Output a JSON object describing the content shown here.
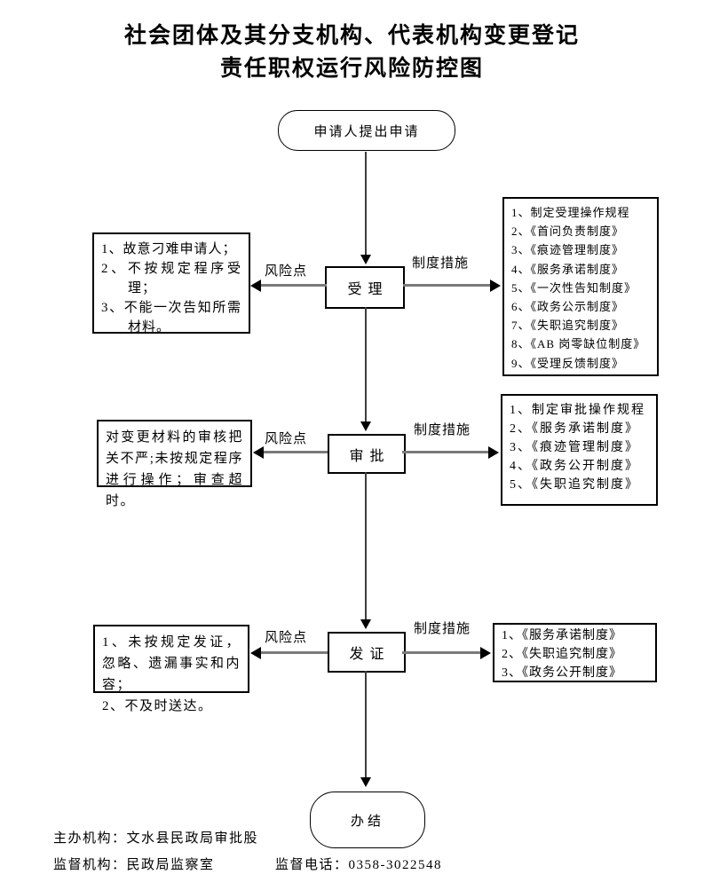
{
  "title": {
    "line1": "社会团体及其分支机构、代表机构变更登记",
    "line2": "责任职权运行风险防控图"
  },
  "labels": {
    "risk": "风险点",
    "measure": "制度措施"
  },
  "flow": {
    "start": "申请人提出申请",
    "end": "办结",
    "stages": [
      {
        "name": "受理",
        "risks": [
          "1、故意刁难申请人；",
          "2、不按规定程序受理；",
          "3、不能一次告知所需材料。"
        ],
        "measures": [
          "1、制定受理操作规程",
          "2、《首问负责制度》",
          "3、《痕迹管理制度》",
          "4、《服务承诺制度》",
          "5、《一次性告知制度》",
          "6、《政务公示制度》",
          "7、《失职追究制度》",
          "8、《AB 岗零缺位制度》",
          "9、《受理反馈制度》"
        ]
      },
      {
        "name": "审批",
        "risks": [
          "对变更材料的审核把关不严;未按规定程序进行操作；审查超时。"
        ],
        "measures": [
          "1、制定审批操作规程",
          "2、《服务承诺制度》",
          "3、《痕迹管理制度》",
          "4、《政务公开制度》",
          "5、《失职追究制度》"
        ]
      },
      {
        "name": "发证",
        "risks": [
          "1、未按规定发证，忽略、遗漏事实和内容；",
          "2、不及时送达。"
        ],
        "measures": [
          "1、《服务承诺制度》",
          "2、《失职追究制度》",
          "3、《政务公开制度》"
        ]
      }
    ]
  },
  "footer": {
    "host": "主办机构：文水县民政局审批股",
    "supervisor": "监督机构：民政局监察室",
    "phone": "监督电话：0358-3022548"
  }
}
